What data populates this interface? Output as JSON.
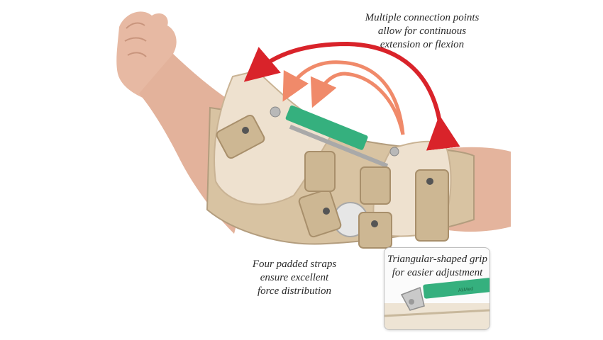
{
  "captions": {
    "connection_points": [
      "Multiple connection points",
      "allow for continuous",
      "extension or flexion"
    ],
    "padded_straps": [
      "Four padded straps",
      "ensure excellent",
      "force distribution"
    ],
    "grip": [
      "Triangular-shaped grip",
      "for easier adjustment"
    ]
  },
  "brand_label": "AliMed",
  "colors": {
    "arrow_main": "#d9232a",
    "arrow_light": "#f08a6a",
    "spring": "#35b07e",
    "pad": "#e8d8bf"
  }
}
